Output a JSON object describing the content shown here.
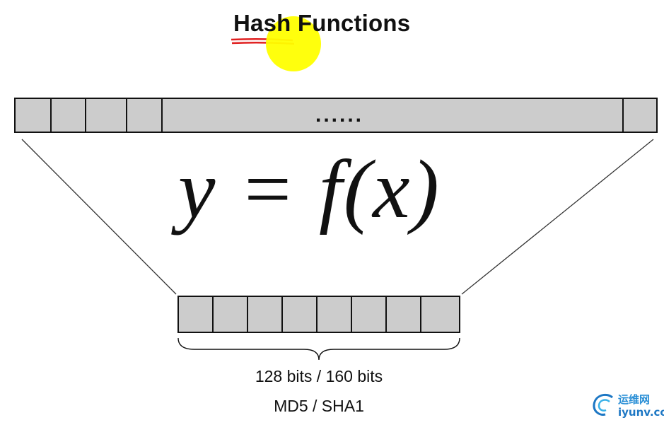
{
  "slide": {
    "title": "Hash Functions",
    "input_ellipsis": "......",
    "formula": "y = f(x)",
    "output_size": "128 bits / 160 bits",
    "output_algorithms": "MD5 / SHA1"
  },
  "diagram": {
    "input_visible_cells": 6,
    "output_cells": 8
  },
  "colors": {
    "cell_fill": "#cccccc",
    "stroke": "#111111",
    "pointer_highlight": "#ffff00",
    "title_underline": "#e02020",
    "logo_blue": "#1d77c4"
  },
  "watermark": {
    "icon": "swirl-logo-icon",
    "text_cn": "运维网",
    "text_en": "iyunv.com"
  }
}
